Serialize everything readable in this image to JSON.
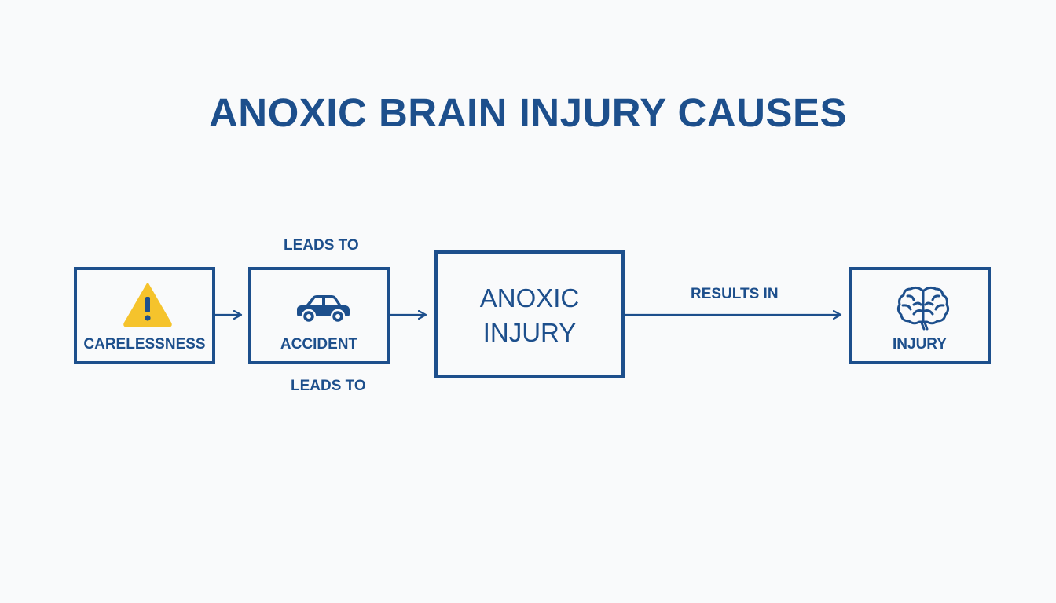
{
  "title": "ANOXIC BRAIN INJURY CAUSES",
  "nodes": {
    "carelessness": {
      "label": "CARELESSNESS",
      "icon": "warning-icon"
    },
    "accident": {
      "label": "ACCIDENT",
      "icon": "car-icon"
    },
    "anoxic": {
      "label_line1": "ANOXIC",
      "label_line2": "INJURY"
    },
    "injury": {
      "label": "INJURY",
      "icon": "brain-icon"
    }
  },
  "edges": {
    "leads_to_top": "LEADS TO",
    "leads_to_bottom": "LEADS TO",
    "results_in": "RESULTS IN"
  },
  "colors": {
    "primary": "#1d4f8c",
    "warning": "#f5c32c",
    "background": "#f9fafb"
  }
}
